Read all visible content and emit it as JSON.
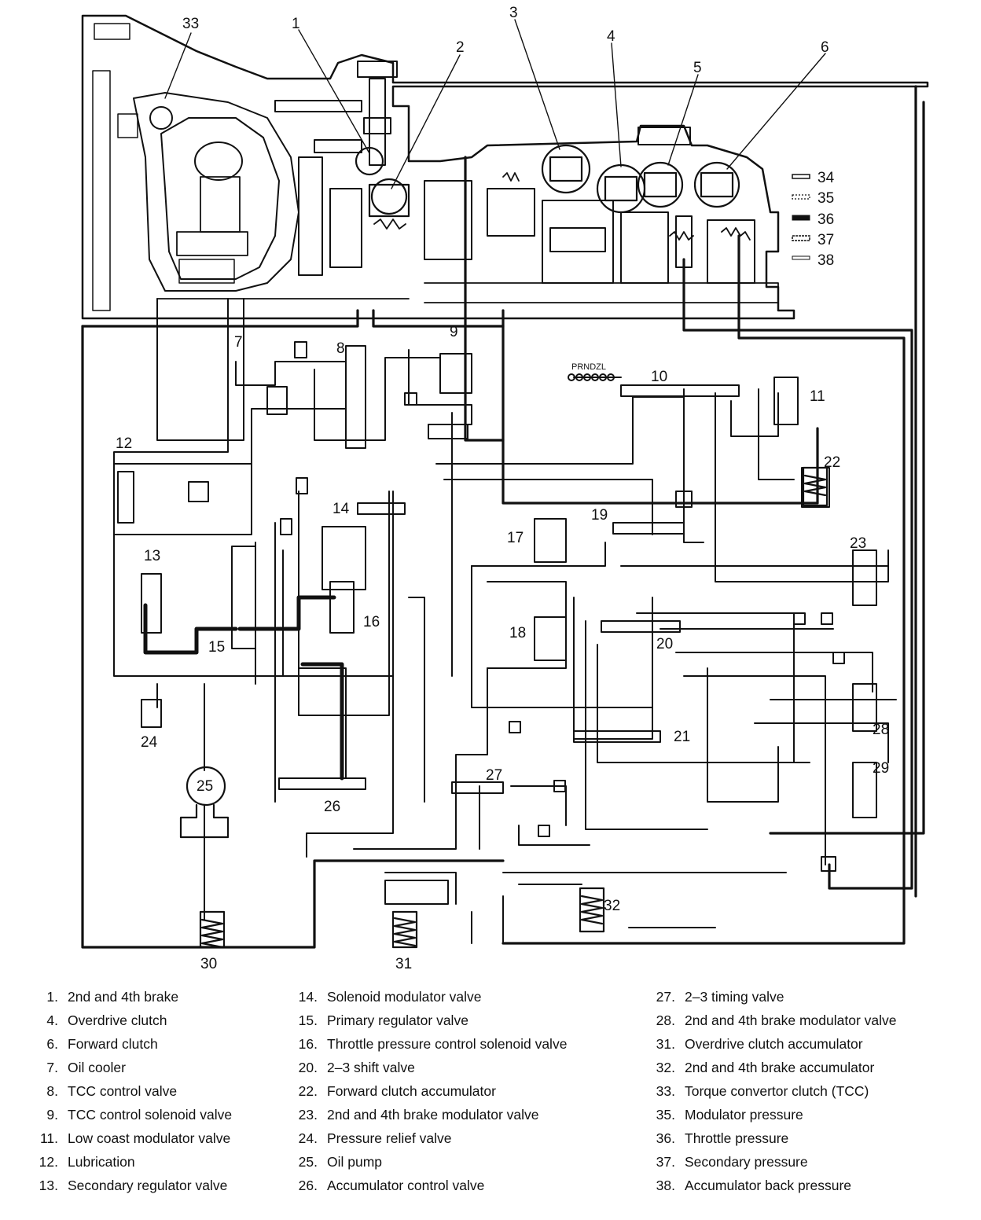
{
  "callouts": [
    "33",
    "1",
    "2",
    "3",
    "4",
    "5",
    "6",
    "7",
    "8",
    "9",
    "10",
    "11",
    "12",
    "13",
    "14",
    "15",
    "16",
    "17",
    "18",
    "19",
    "20",
    "21",
    "22",
    "23",
    "24",
    "25",
    "26",
    "27",
    "28",
    "29",
    "30",
    "31",
    "32"
  ],
  "pressure_legend": [
    "34",
    "35",
    "36",
    "37",
    "38"
  ],
  "selector_label": "PRNDZL",
  "legend": {
    "col1": [
      {
        "num": "1.",
        "label": "2nd and 4th brake"
      },
      {
        "num": "4.",
        "label": "Overdrive clutch"
      },
      {
        "num": "6.",
        "label": "Forward clutch"
      },
      {
        "num": "7.",
        "label": "Oil cooler"
      },
      {
        "num": "8.",
        "label": "TCC control valve"
      },
      {
        "num": "9.",
        "label": "TCC control solenoid valve"
      },
      {
        "num": "11.",
        "label": "Low coast modulator valve"
      },
      {
        "num": "12.",
        "label": "Lubrication"
      },
      {
        "num": "13.",
        "label": "Secondary regulator valve"
      }
    ],
    "col2": [
      {
        "num": "14.",
        "label": "Solenoid modulator valve"
      },
      {
        "num": "15.",
        "label": "Primary regulator valve"
      },
      {
        "num": "16.",
        "label": "Throttle pressure control solenoid valve"
      },
      {
        "num": "20.",
        "label": "2–3 shift valve"
      },
      {
        "num": "22.",
        "label": "Forward clutch accumulator"
      },
      {
        "num": "23.",
        "label": "2nd and 4th brake modulator valve"
      },
      {
        "num": "24.",
        "label": "Pressure relief valve"
      },
      {
        "num": "25.",
        "label": "Oil pump"
      },
      {
        "num": "26.",
        "label": "Accumulator control valve"
      }
    ],
    "col3": [
      {
        "num": "27.",
        "label": "2–3 timing valve"
      },
      {
        "num": "28.",
        "label": "2nd and 4th brake modulator valve"
      },
      {
        "num": "31.",
        "label": "Overdrive clutch accumulator"
      },
      {
        "num": "32.",
        "label": "2nd and 4th brake accumulator"
      },
      {
        "num": "33.",
        "label": "Torque convertor clutch (TCC)"
      },
      {
        "num": "35.",
        "label": "Modulator pressure"
      },
      {
        "num": "36.",
        "label": "Throttle pressure"
      },
      {
        "num": "37.",
        "label": "Secondary pressure"
      },
      {
        "num": "38.",
        "label": "Accumulator back pressure"
      }
    ]
  }
}
